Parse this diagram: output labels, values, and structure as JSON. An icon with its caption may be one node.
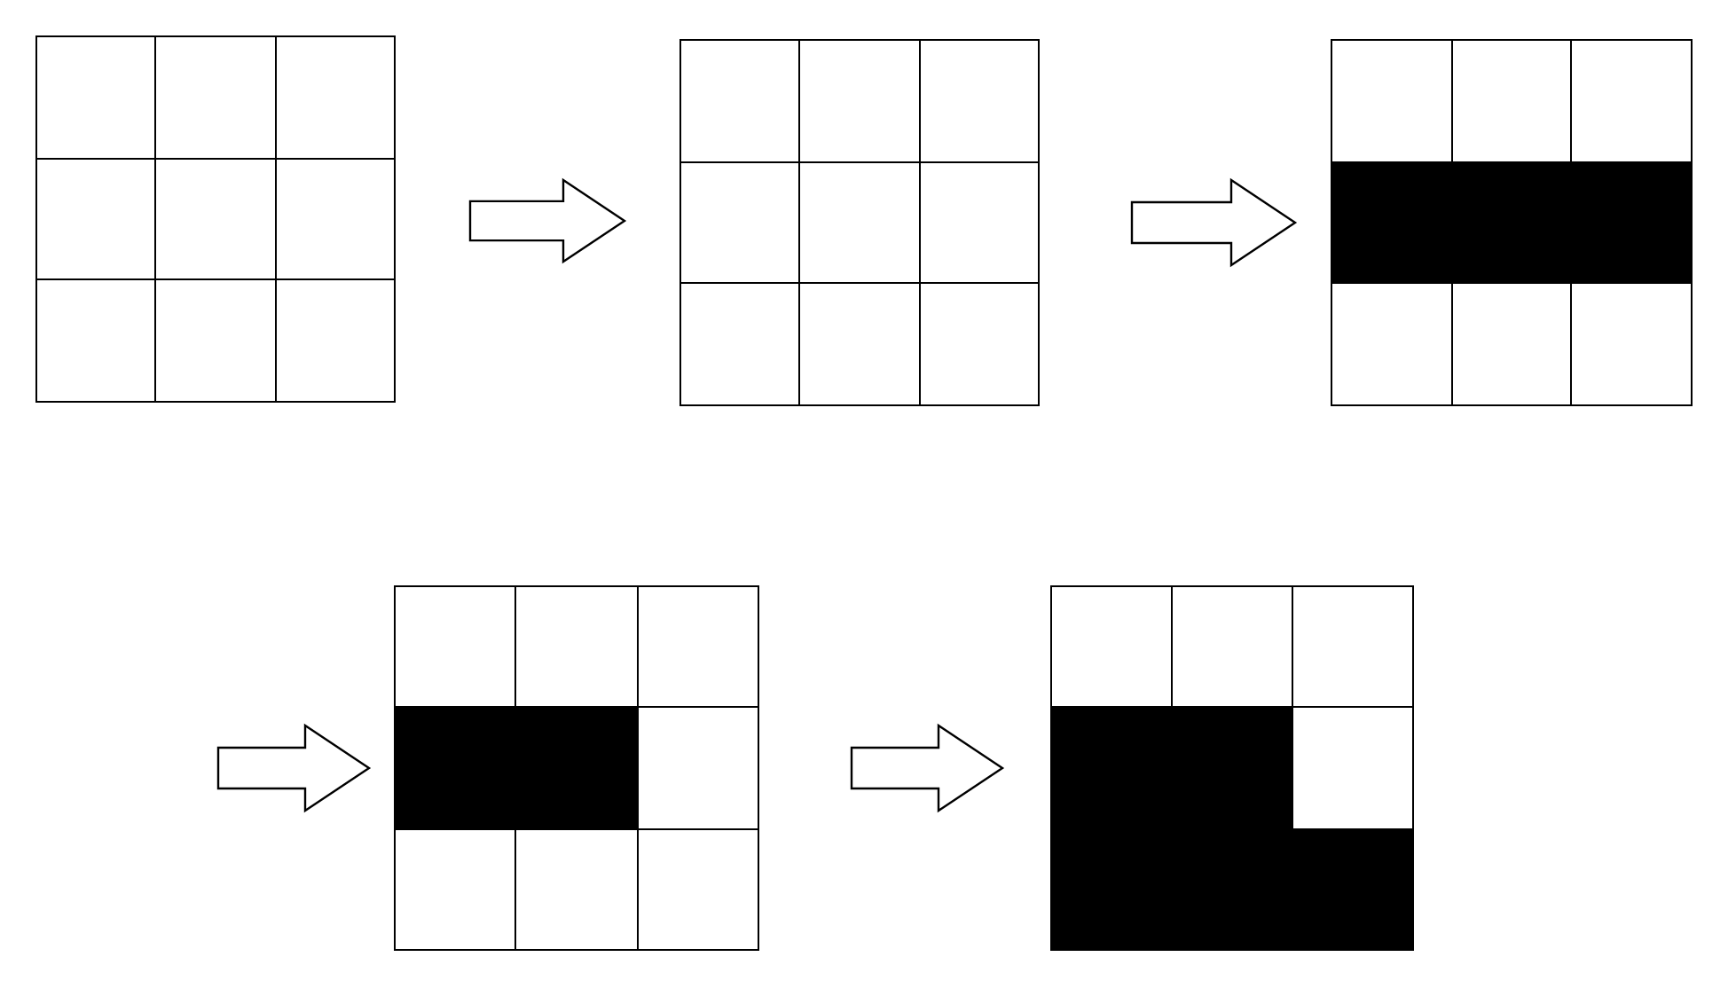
{
  "diagram": {
    "nodes": [
      {
        "text": [],
        "shape": "grid"
      },
      {
        "text": [],
        "shape": "grid"
      },
      {
        "text": [],
        "shape": "grid"
      },
      {
        "text": [],
        "shape": "grid"
      },
      {
        "text": [],
        "shape": "grid"
      }
    ],
    "edges": [
      {
        "from": 0,
        "to": 1,
        "arrow": "to"
      },
      {
        "from": 1,
        "to": 2,
        "arrow": "to"
      },
      {
        "from": null,
        "to": 3,
        "arrow": "to"
      },
      {
        "from": 3,
        "to": 4,
        "arrow": "to"
      }
    ]
  }
}
